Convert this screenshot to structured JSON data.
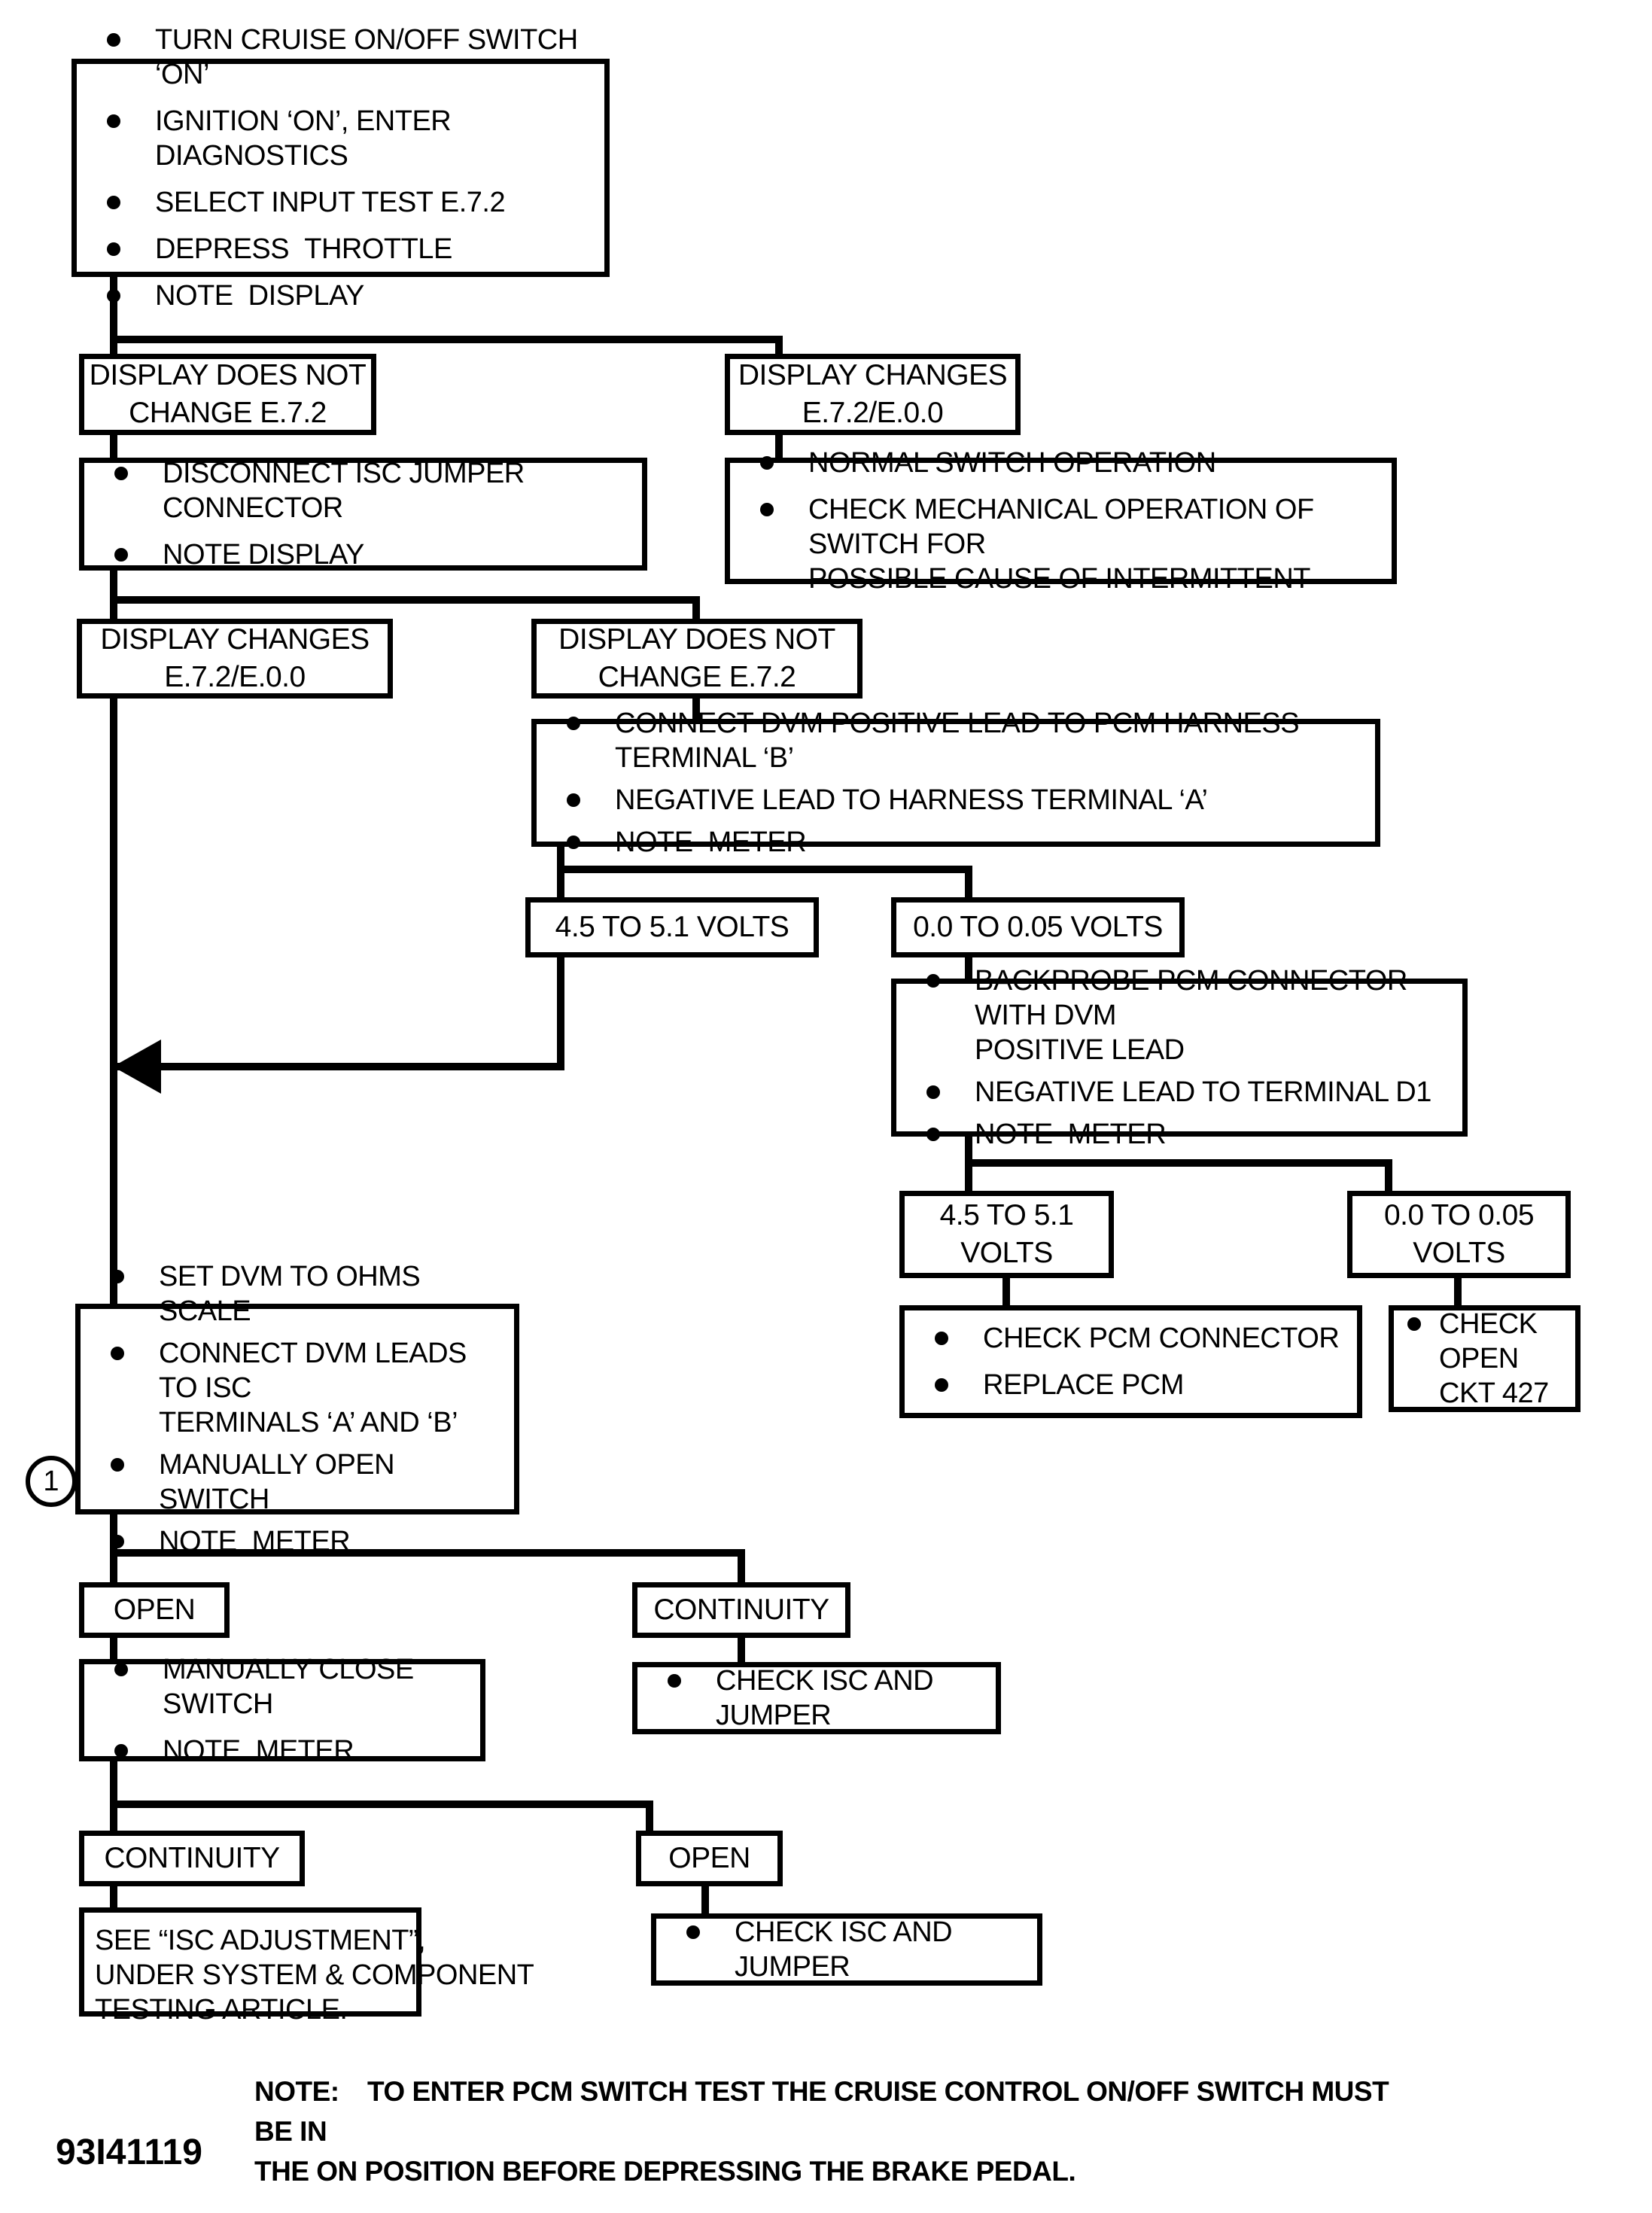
{
  "figure_id": "93I41119",
  "callout": {
    "label": "1"
  },
  "colors": {
    "ink": "#000000",
    "paper": "#ffffff"
  },
  "note": {
    "label": "NOTE:",
    "line1": "TO ENTER PCM SWITCH TEST THE CRUISE CONTROL ON/OFF SWITCH MUST BE IN",
    "line2": "THE ON POSITION BEFORE DEPRESSING THE BRAKE PEDAL."
  },
  "boxes": {
    "start": {
      "items": [
        "TURN CRUISE ON/OFF SWITCH ‘ON’",
        "IGNITION ‘ON’, ENTER DIAGNOSTICS",
        "SELECT INPUT TEST E.7.2",
        "DEPRESS  THROTTLE",
        "NOTE  DISPLAY"
      ]
    },
    "display_does_not_change_1": {
      "text": "DISPLAY DOES NOT\nCHANGE E.7.2"
    },
    "display_changes_1": {
      "text": "DISPLAY CHANGES\nE.7.2/E.0.0"
    },
    "disconnect_isc": {
      "items": [
        "DISCONNECT ISC JUMPER CONNECTOR",
        "NOTE DISPLAY"
      ]
    },
    "normal_switch": {
      "items": [
        "NORMAL SWITCH OPERATION",
        "CHECK MECHANICAL OPERATION OF SWITCH FOR\nPOSSIBLE CAUSE OF INTERMITTENT"
      ]
    },
    "display_changes_2": {
      "text": "DISPLAY CHANGES\nE.7.2/E.0.0"
    },
    "display_does_not_change_2": {
      "text": "DISPLAY DOES NOT\nCHANGE E.7.2"
    },
    "connect_dvm": {
      "items": [
        "CONNECT DVM POSITIVE LEAD TO PCM HARNESS TERMINAL ‘B’",
        "NEGATIVE LEAD TO HARNESS TERMINAL ‘A’",
        "NOTE  METER"
      ]
    },
    "volts_high_1": {
      "text": "4.5 TO 5.1 VOLTS"
    },
    "volts_low_1": {
      "text": "0.0 TO 0.05 VOLTS"
    },
    "backprobe": {
      "items": [
        "BACKPROBE PCM CONNECTOR WITH DVM\nPOSITIVE LEAD",
        "NEGATIVE LEAD TO TERMINAL D1",
        "NOTE  METER"
      ]
    },
    "volts_high_2": {
      "text": "4.5 TO 5.1\nVOLTS"
    },
    "volts_low_2": {
      "text": "0.0 TO 0.05\nVOLTS"
    },
    "check_pcm": {
      "items": [
        "CHECK PCM CONNECTOR",
        "REPLACE PCM"
      ]
    },
    "check_open_ckt": {
      "items": [
        "CHECK OPEN\nCKT 427"
      ]
    },
    "set_dvm": {
      "items": [
        "SET DVM TO OHMS SCALE",
        "CONNECT DVM LEADS TO ISC\nTERMINALS ‘A’ AND ‘B’",
        "MANUALLY OPEN SWITCH",
        "NOTE  METER"
      ]
    },
    "open_1": {
      "text": "OPEN"
    },
    "continuity_1": {
      "text": "CONTINUITY"
    },
    "manually_close": {
      "items": [
        "MANUALLY CLOSE SWITCH",
        "NOTE  METER"
      ]
    },
    "check_isc_1": {
      "items": [
        "CHECK ISC AND JUMPER"
      ]
    },
    "continuity_2": {
      "text": "CONTINUITY"
    },
    "open_2": {
      "text": "OPEN"
    },
    "see_isc_adjustment": {
      "text": "SEE “ISC ADJUSTMENT”,\nUNDER SYSTEM & COMPONENT\nTESTING ARTICLE."
    },
    "check_isc_2": {
      "items": [
        "CHECK ISC AND JUMPER"
      ]
    }
  }
}
